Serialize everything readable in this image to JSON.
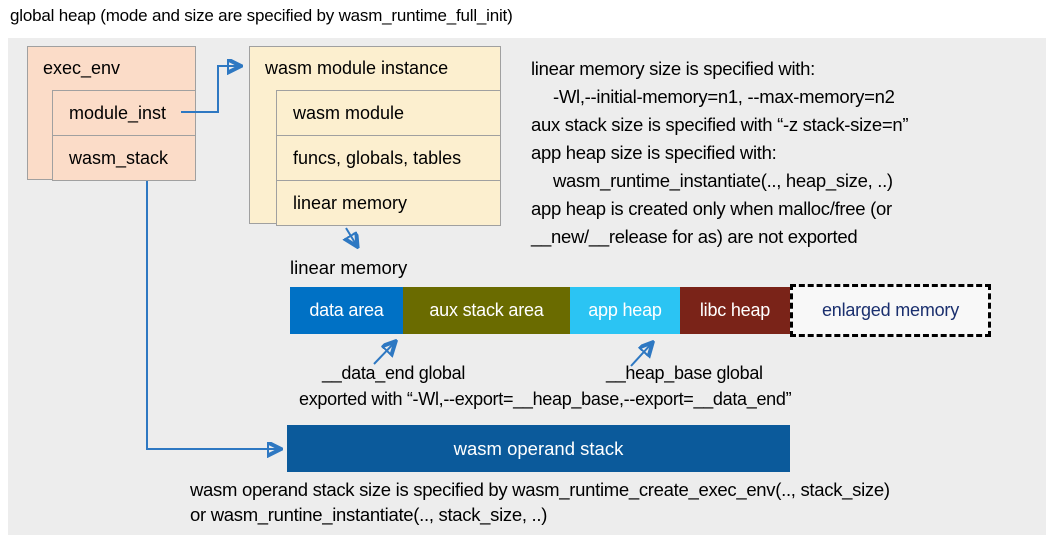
{
  "title": "global heap (mode and size are specified by wasm_runtime_full_init)",
  "exec_env": {
    "header": "exec_env",
    "rows": [
      {
        "label": "module_inst"
      },
      {
        "label": "wasm_stack"
      }
    ]
  },
  "module_instance": {
    "header": "wasm module instance",
    "rows": [
      {
        "label": "wasm module"
      },
      {
        "label": "funcs, globals, tables"
      },
      {
        "label": "linear memory"
      }
    ]
  },
  "notes": {
    "lines": [
      {
        "text": "linear memory size is specified with:"
      },
      {
        "text": "-Wl,--initial-memory=n1, --max-memory=n2"
      },
      {
        "text": "aux stack size is specified with “-z stack-size=n”"
      },
      {
        "text": "app heap size is specified with:"
      },
      {
        "text": "wasm_runtime_instantiate(.., heap_size, ..)"
      },
      {
        "text": "app heap is created only when malloc/free (or"
      },
      {
        "text": "__new/__release for as) are not exported"
      }
    ]
  },
  "linear_memory": {
    "label": "linear memory",
    "segments": [
      {
        "label": "data area",
        "color": "#0071c5"
      },
      {
        "label": "aux stack area",
        "color": "#6a6b00"
      },
      {
        "label": "app heap",
        "color": "#2bc4f3"
      },
      {
        "label": "libc heap",
        "color": "#7a2318"
      },
      {
        "label": "enlarged memory",
        "color": "dashed-outline",
        "text_color": "#1a2f6e"
      }
    ]
  },
  "annotations": {
    "data_end": "__data_end global",
    "heap_base": "__heap_base global",
    "exported": "exported with “-Wl,--export=__heap_base,--export=__data_end”"
  },
  "operand_stack": {
    "label": "wasm operand stack",
    "color": "#0b5a9b"
  },
  "footer": {
    "line1": "wasm operand stack size is specified by wasm_runtime_create_exec_env(.., stack_size)",
    "line2": "or wasm_runtine_instantiate(.., stack_size, ..)"
  },
  "style_colors": {
    "panel_background": "#ededed",
    "exec_env_fill": "#fbdcc8",
    "module_instance_fill": "#fcefcf",
    "box_border": "#a0a0a0",
    "arrow": "#2e78c2"
  }
}
